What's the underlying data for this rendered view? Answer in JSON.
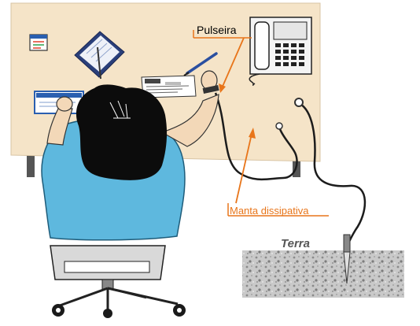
{
  "labels": {
    "pulseira": "Pulseira",
    "manta": "Manta dissipativa",
    "terra": "Terra"
  },
  "colors": {
    "desk": "#f5e4c8",
    "accent_orange": "#e8751a",
    "shirt": "#5eb8de",
    "hair": "#0c0c0c",
    "ground": "#bdbdbd",
    "chair": "#d9d9d9"
  },
  "icons": [
    "phone-icon",
    "calendar-icon",
    "clipboard-icon",
    "document-icon",
    "id-card-icon",
    "pen-icon"
  ]
}
